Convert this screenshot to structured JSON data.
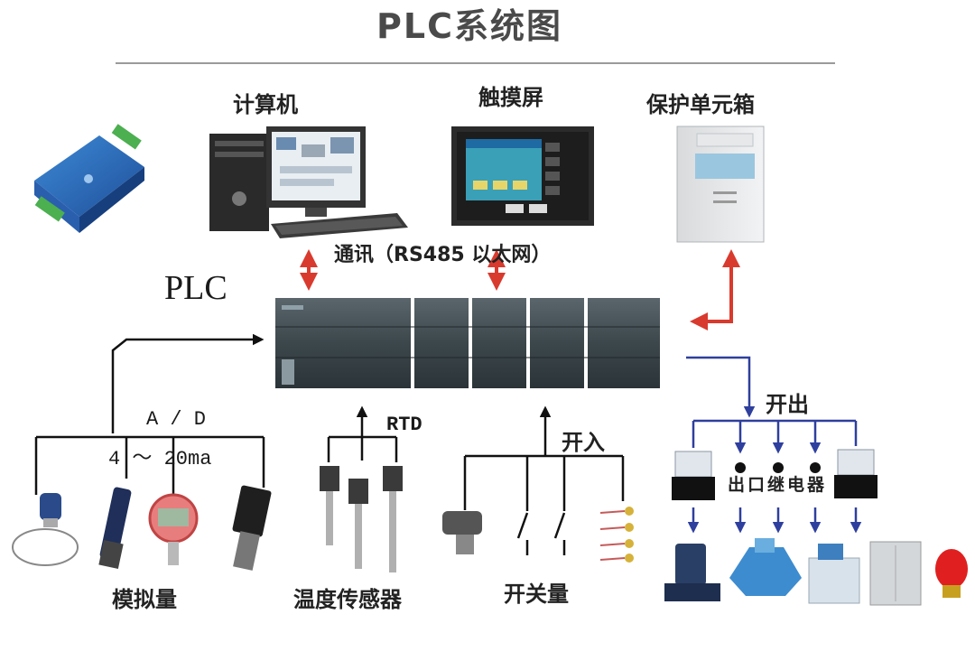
{
  "title": "PLC系统图",
  "devices": {
    "computer": "计算机",
    "touchscreen": "触摸屏",
    "protection_box": "保护单元箱"
  },
  "comm_label": "通讯（RS485 以太网）",
  "plc_label": "PLC",
  "analog": {
    "ad_label": "A / D",
    "range_label": "4 ～ 20ma",
    "group_label": "模拟量"
  },
  "temperature": {
    "rtd_label": "RTD",
    "group_label": "温度传感器"
  },
  "switch_input": {
    "in_label": "开入",
    "group_label": "开关量"
  },
  "switch_output": {
    "out_label": "开出",
    "relay_label": "出口继电器"
  },
  "colors": {
    "comm_arrow": "#d93a2e",
    "output_arrow": "#2e3f9e",
    "line": "#111111",
    "plc_body": "#3e4a50"
  },
  "icons": [
    "converter-module-icon",
    "computer-icon",
    "touchscreen-icon",
    "protection-box-icon",
    "plc-rack-icon",
    "cable-sensor-icon",
    "proximity-sensor-icon",
    "pressure-gauge-icon",
    "pressure-transmitter-icon",
    "rtd-sensor-icon",
    "limit-switch-icon",
    "switch-contact-icon",
    "terminal-icon",
    "relay-icon",
    "pump-icon",
    "valve-icon",
    "instrument-icon",
    "cabinet-icon",
    "alarm-lamp-icon"
  ]
}
